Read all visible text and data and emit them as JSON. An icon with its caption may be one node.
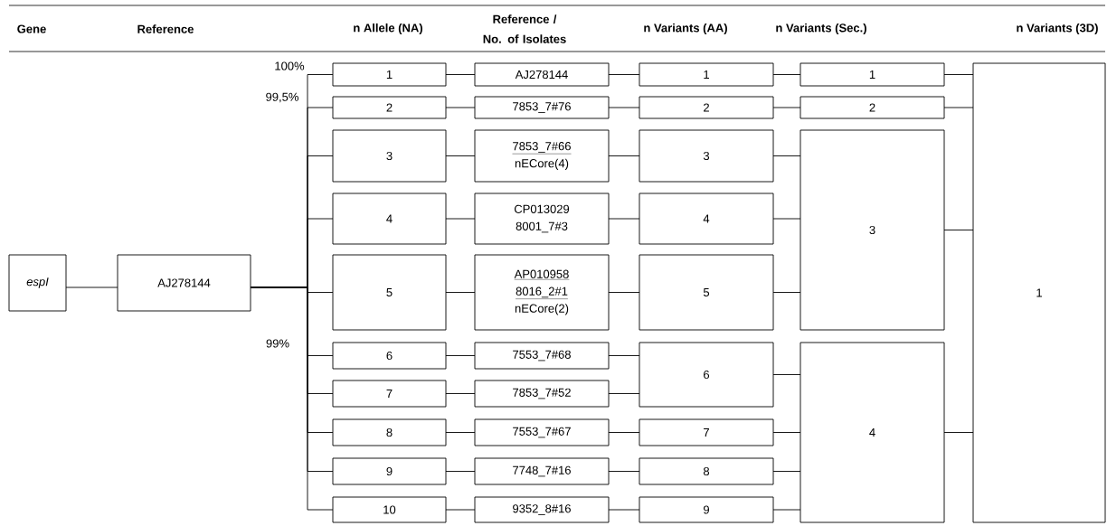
{
  "diagram": {
    "nodes": [
      {
        "text": [
          "espI"
        ]
      },
      {
        "text": [
          "AJ278144"
        ]
      },
      {
        "text": [
          "1"
        ]
      },
      {
        "text": [
          "2"
        ]
      },
      {
        "text": [
          "3"
        ]
      },
      {
        "text": [
          "4"
        ]
      },
      {
        "text": [
          "5"
        ]
      },
      {
        "text": [
          "6"
        ]
      },
      {
        "text": [
          "7"
        ]
      },
      {
        "text": [
          "8"
        ]
      },
      {
        "text": [
          "9"
        ]
      },
      {
        "text": [
          "10"
        ]
      },
      {
        "text": [
          "AJ278144"
        ]
      },
      {
        "text": [
          "7853_7#76"
        ]
      },
      {
        "text": [
          "7853_7#66",
          "nECore(4)"
        ]
      },
      {
        "text": [
          "CP013029",
          "8001_7#3"
        ]
      },
      {
        "text": [
          "AP010958",
          "8016_2#1",
          "nECore(2)"
        ]
      },
      {
        "text": [
          "7553_7#68"
        ]
      },
      {
        "text": [
          "7853_7#52"
        ]
      },
      {
        "text": [
          "7553_7#67"
        ]
      },
      {
        "text": [
          "7748_7#16"
        ]
      },
      {
        "text": [
          "9352_8#16"
        ]
      },
      {
        "text": [
          "1"
        ]
      },
      {
        "text": [
          "2"
        ]
      },
      {
        "text": [
          "3"
        ]
      },
      {
        "text": [
          "4"
        ]
      },
      {
        "text": [
          "5"
        ]
      },
      {
        "text": [
          "6"
        ]
      },
      {
        "text": [
          "7"
        ]
      },
      {
        "text": [
          "8"
        ]
      },
      {
        "text": [
          "9"
        ]
      },
      {
        "text": [
          "1"
        ]
      },
      {
        "text": [
          "2"
        ]
      },
      {
        "text": [
          "3"
        ]
      },
      {
        "text": [
          "4"
        ]
      },
      {
        "text": [
          "1"
        ]
      }
    ],
    "edges": [
      {
        "from": 0,
        "to": 1,
        "arrow": "none"
      },
      {
        "from": 1,
        "to": 2,
        "arrow": "none"
      },
      {
        "from": 1,
        "to": 3,
        "arrow": "none"
      },
      {
        "from": 1,
        "to": 4,
        "arrow": "none"
      },
      {
        "from": 1,
        "to": 5,
        "arrow": "none"
      },
      {
        "from": 1,
        "to": 6,
        "arrow": "none"
      },
      {
        "from": 1,
        "to": 7,
        "arrow": "none"
      },
      {
        "from": 1,
        "to": 8,
        "arrow": "none"
      },
      {
        "from": 1,
        "to": 9,
        "arrow": "none"
      },
      {
        "from": 1,
        "to": 10,
        "arrow": "none"
      },
      {
        "from": 1,
        "to": 11,
        "arrow": "none"
      },
      {
        "from": 2,
        "to": 12,
        "arrow": "none"
      },
      {
        "from": 3,
        "to": 13,
        "arrow": "none"
      },
      {
        "from": 4,
        "to": 14,
        "arrow": "none"
      },
      {
        "from": 5,
        "to": 15,
        "arrow": "none"
      },
      {
        "from": 6,
        "to": 16,
        "arrow": "none"
      },
      {
        "from": 7,
        "to": 17,
        "arrow": "none"
      },
      {
        "from": 8,
        "to": 18,
        "arrow": "none"
      },
      {
        "from": 9,
        "to": 19,
        "arrow": "none"
      },
      {
        "from": 10,
        "to": 20,
        "arrow": "none"
      },
      {
        "from": 11,
        "to": 21,
        "arrow": "none"
      },
      {
        "from": 12,
        "to": 22,
        "arrow": "none"
      },
      {
        "from": 13,
        "to": 23,
        "arrow": "none"
      },
      {
        "from": 14,
        "to": 24,
        "arrow": "none"
      },
      {
        "from": 15,
        "to": 25,
        "arrow": "none"
      },
      {
        "from": 16,
        "to": 26,
        "arrow": "none"
      },
      {
        "from": 17,
        "to": 27,
        "arrow": "none"
      },
      {
        "from": 18,
        "to": 27,
        "arrow": "none"
      },
      {
        "from": 19,
        "to": 28,
        "arrow": "none"
      },
      {
        "from": 20,
        "to": 29,
        "arrow": "none"
      },
      {
        "from": 21,
        "to": 30,
        "arrow": "none"
      },
      {
        "from": 22,
        "to": 31,
        "arrow": "none"
      },
      {
        "from": 23,
        "to": 32,
        "arrow": "none"
      },
      {
        "from": 24,
        "to": 33,
        "arrow": "none"
      },
      {
        "from": 25,
        "to": 33,
        "arrow": "none"
      },
      {
        "from": 26,
        "to": 33,
        "arrow": "none"
      },
      {
        "from": 27,
        "to": 34,
        "arrow": "none"
      },
      {
        "from": 28,
        "to": 34,
        "arrow": "none"
      },
      {
        "from": 29,
        "to": 34,
        "arrow": "none"
      },
      {
        "from": 30,
        "to": 34,
        "arrow": "none"
      },
      {
        "from": 31,
        "to": 35,
        "arrow": "none"
      },
      {
        "from": 32,
        "to": 35,
        "arrow": "none"
      },
      {
        "from": 33,
        "to": 35,
        "arrow": "none"
      },
      {
        "from": 34,
        "to": 35,
        "arrow": "none"
      }
    ],
    "labels": [
      "Gene",
      "Reference",
      "n Allele (NA)",
      "Reference / No. of Isolates",
      "n Variants (AA)",
      "n Variants (Sec.)",
      "n Variants (3D)",
      "100%",
      "99,5%",
      "99%"
    ]
  }
}
